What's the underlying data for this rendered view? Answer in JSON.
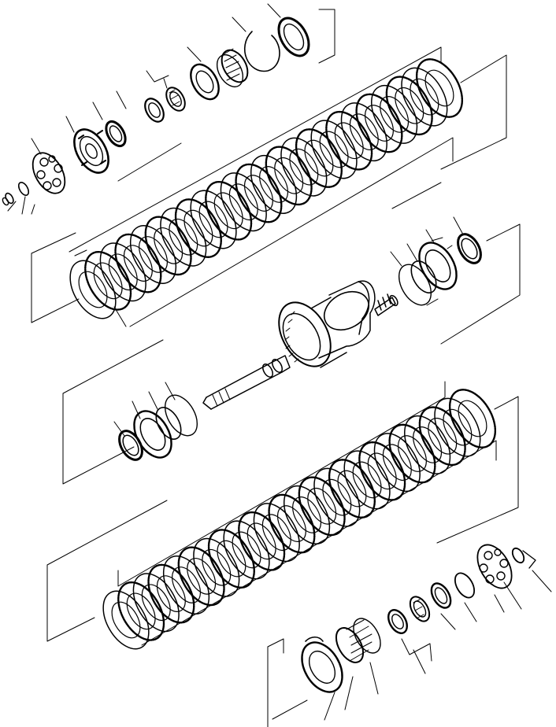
{
  "diagram": {
    "kind": "exploded parts view",
    "labels": [],
    "colors": {
      "ink": "#000000",
      "paper": "#ffffff"
    },
    "groups": [
      {
        "id": "upper-clutch-pack",
        "plate_count": 24
      },
      {
        "id": "lower-clutch-pack",
        "plate_count": 24
      },
      {
        "id": "upper-bearing-assembly",
        "parts": 9
      },
      {
        "id": "lower-bearing-assembly",
        "parts": 9
      },
      {
        "id": "shaft-and-drum",
        "parts": 1
      },
      {
        "id": "upper-seal-set",
        "parts": 4
      },
      {
        "id": "lower-seal-set",
        "parts": 4
      }
    ]
  }
}
